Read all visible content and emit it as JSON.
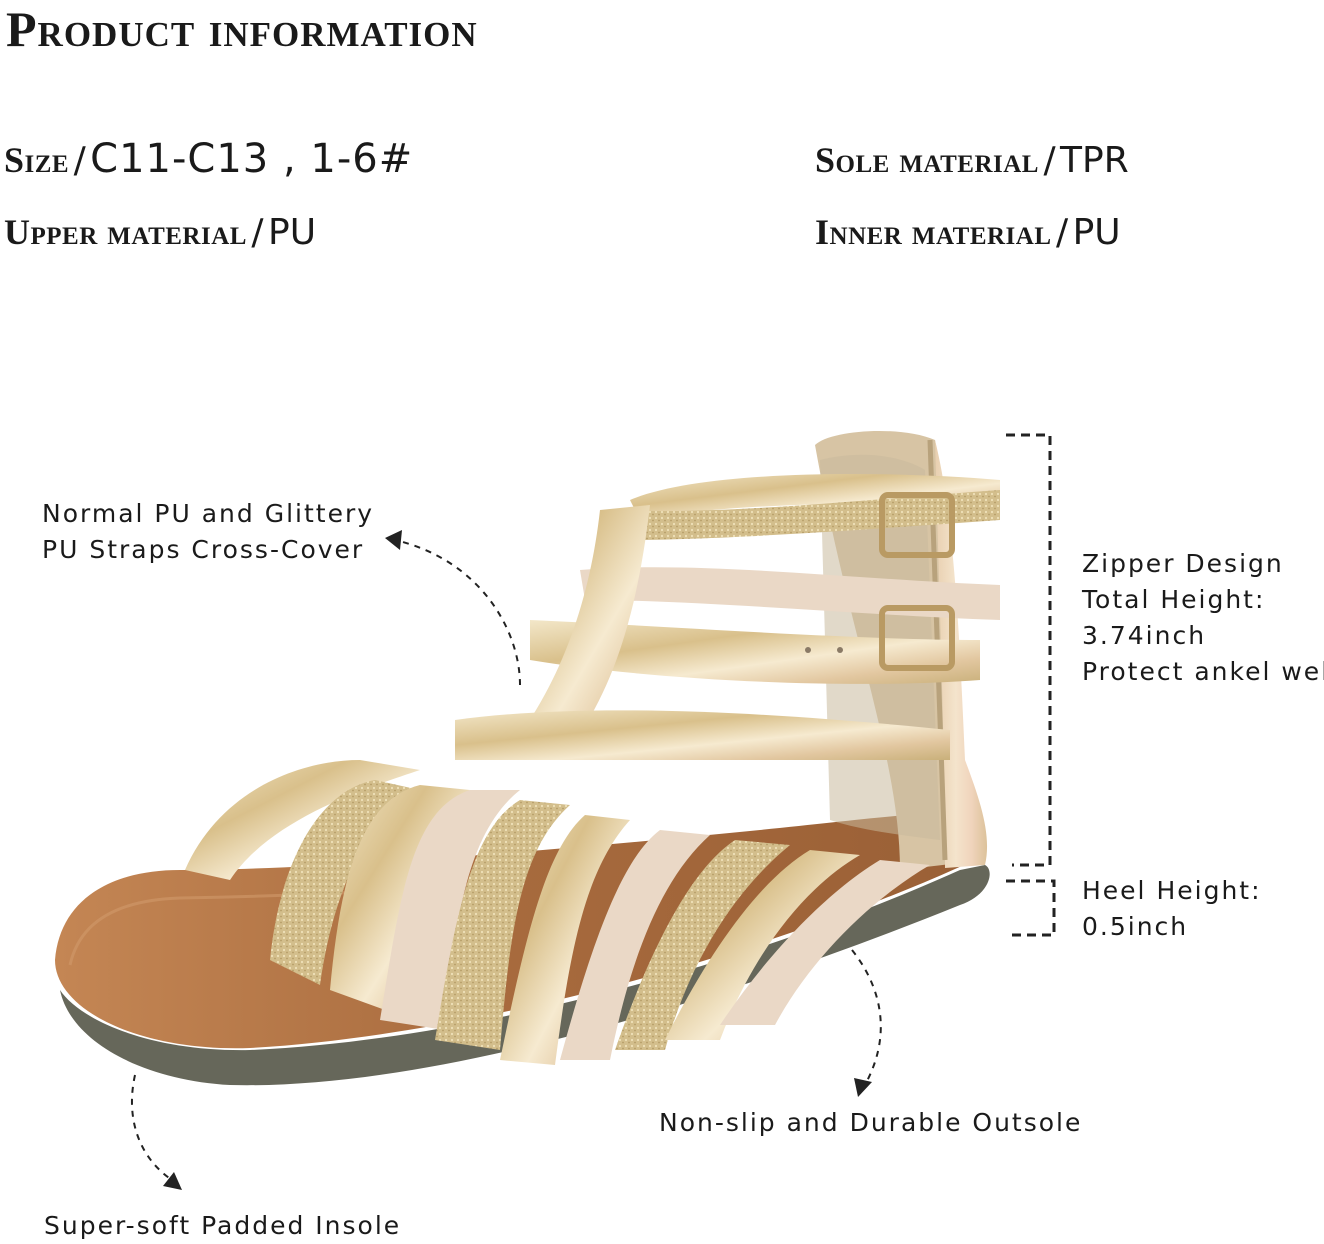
{
  "title": "Product information",
  "specs": {
    "size": {
      "label": "Size",
      "sep": "/",
      "value": "C11-C13 , 1-6#"
    },
    "sole": {
      "label": "Sole material",
      "sep": "/",
      "value": "TPR"
    },
    "upper": {
      "label": "Upper material",
      "sep": "/",
      "value": "PU"
    },
    "inner": {
      "label": "Inner material",
      "sep": "/",
      "value": "PU"
    }
  },
  "callouts": {
    "straps": [
      "Normal PU and Glittery",
      "PU Straps  Cross-Cover"
    ],
    "zipper": [
      "Zipper Design",
      "Total Height:",
      "3.74inch",
      "Protect ankel well"
    ],
    "heel": [
      "Heel Height:",
      "0.5inch"
    ],
    "outsole": [
      "Non-slip and Durable Outsole"
    ],
    "insole": [
      "Super-soft Padded Insole"
    ]
  },
  "colors": {
    "gold": "#d8c28f",
    "iridescent": "#e9d6b5",
    "nude": "#ead8c6",
    "insole": "#b77a4a",
    "sole": "#6a6a5c",
    "text": "#1a1a1a"
  }
}
